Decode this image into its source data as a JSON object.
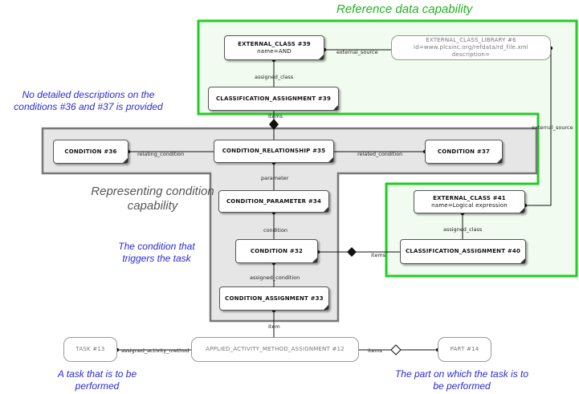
{
  "titles": {
    "reference": "Reference data capability",
    "condition": "Representing condition capability"
  },
  "notes": {
    "no_descriptions": "No detailed descriptions on the conditions #36 and #37 is provided",
    "triggers": "The condition that triggers the task",
    "task": "A task that is to be performed",
    "part": "The part on which the task is to be performed"
  },
  "entities": {
    "external_class_39": {
      "name": "EXTERNAL_CLASS #39",
      "attr": "name=AND"
    },
    "external_class_library_6": {
      "name": "EXTERNAL_CLASS_LIBRARY #6",
      "attr1": "id=www.plcsinc.org/refdata/rd_file.xml",
      "attr2": "description="
    },
    "classification_assignment_39": {
      "name": "CLASSIFICATION_ASSIGNMENT #39"
    },
    "condition_36": {
      "name": "CONDITION #36"
    },
    "condition_relationship_35": {
      "name": "CONDITION_RELATIONSHIP #35"
    },
    "condition_37": {
      "name": "CONDITION #37"
    },
    "condition_parameter_34": {
      "name": "CONDITION_PARAMETER #34"
    },
    "external_class_41": {
      "name": "EXTERNAL_CLASS #41",
      "attr": "name=Logical expression"
    },
    "condition_32": {
      "name": "CONDITION #32"
    },
    "classification_assignment_40": {
      "name": "CLASSIFICATION_ASSIGNMENT #40"
    },
    "condition_assignment_33": {
      "name": "CONDITION_ASSIGNMENT #33"
    },
    "task_13": {
      "name": "TASK #13"
    },
    "applied_activity_method_assignment_12": {
      "name": "APPLIED_ACTIVITY_METHOD_ASSIGNMENT #12"
    },
    "part_14": {
      "name": "PART #14"
    }
  },
  "relations": {
    "external_source_top": "external_source",
    "assigned_class_top": "assigned_class",
    "items_top": "items",
    "relating_condition": "relating_condition",
    "related_condition": "related_condition",
    "external_source_right": "external_source",
    "parameter": "parameter",
    "assigned_class_right": "assigned_class",
    "condition": "condition",
    "items_mid": "items",
    "assigned_condition": "assigned_condition",
    "item": "item",
    "assigned_activity_method": "assigned_activity_method",
    "items_bottom": "items"
  },
  "colors": {
    "green_border": "#22cc22",
    "green_fill": "#f1fbef",
    "grey_fill": "#e6e6e6",
    "note_blue": "#2a2ad6"
  }
}
